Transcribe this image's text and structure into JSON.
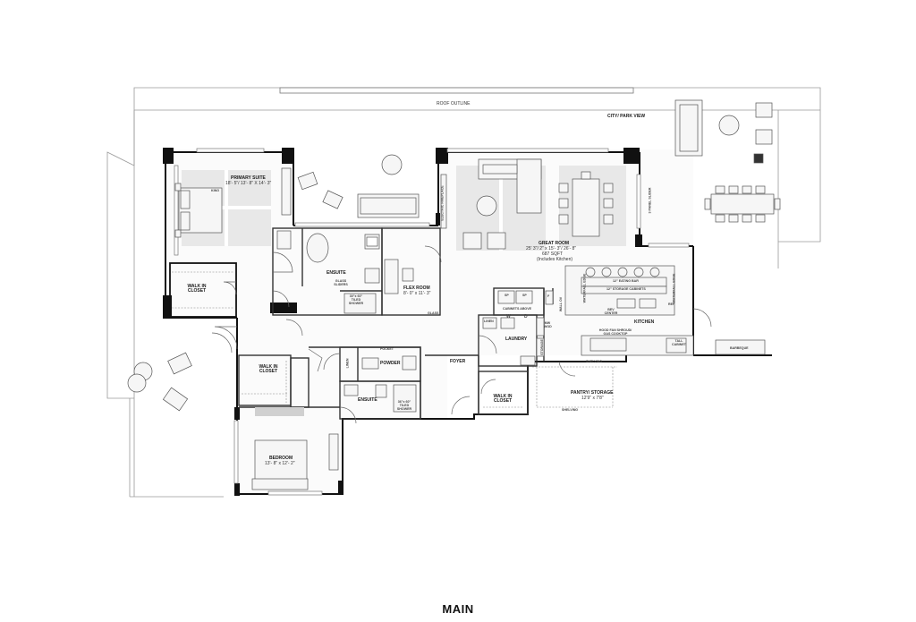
{
  "page_title": "MAIN",
  "site": {
    "roof_outline": "ROOF OUTLINE",
    "view": "CITY/ PARK VIEW"
  },
  "rooms": {
    "primary_suite": {
      "name": "PRIMARY SUITE",
      "dims": "18'- 5\"/ 13'- 8\" X 14'- 3\""
    },
    "walk_in_closet_1": {
      "name": "WALK IN CLOSET"
    },
    "ensuite_1": {
      "name": "ENSUITE"
    },
    "flex_room": {
      "name": "FLEX ROOM",
      "dims": "8'- 0\" x 11'- 3\""
    },
    "great_room": {
      "name": "GREAT ROOM",
      "dims": "25' 3\"/ 2\" x 15'- 3\"/ 26'- 8\"",
      "area": "687 SQFT",
      "note": "(Includes Kitchen)"
    },
    "kitchen": {
      "name": "KITCHEN"
    },
    "laundry": {
      "name": "LAUNDRY"
    },
    "powder": {
      "name": "POWDER"
    },
    "foyer": {
      "name": "FOYER"
    },
    "walk_in_closet_2": {
      "name": "WALK IN CLOSET"
    },
    "walk_in_closet_3": {
      "name": "WALK IN CLOSET"
    },
    "ensuite_2": {
      "name": "ENSUITE"
    },
    "pantry": {
      "name": "PANTRY/ STORAGE",
      "dims": "12'9\" x 7'8\""
    },
    "bedroom": {
      "name": "BEDROOM",
      "dims": "13'- 8\" x 12'- 2\""
    }
  },
  "annotations": {
    "glass_sliders": "GLASS SLIDERS",
    "tiled_shower_1": "30\"x 60\" TILED SHOWER",
    "tiled_shower_2": "36\"x 60\" TILED SHOWER",
    "electric_fireplace": "ELECTRIC FIREPLACE",
    "panel_slider": "3 PANEL SLIDER",
    "eating_bar": "12\" EATING BAR",
    "storage_cabinets": "12\" STORAGE CABINETS",
    "waterfall_edge_1": "WATERFALL EDGE",
    "waterfall_edge_2": "WATERFALL EDGE",
    "bev_center": "BEV CENTER",
    "hood_fan": "HOOD FAN SHROUD/ GAS COOKTOP",
    "tall_cabinet": "TALL CABINET",
    "barbeque": "BARBEQUE",
    "shelving_1": "SHELVING",
    "shelving_2": "SHELVING",
    "cabinets_above": "CABINETS ABOVE",
    "linen_1": "LINEN",
    "linen_2": "LINEN",
    "pocket": "POCKET",
    "mw": "MW WOD",
    "wall_oven": "WALL OV",
    "glass": "GLASS",
    "king": "KING",
    "ref": "REF",
    "sp1": "SP",
    "sp2": "SP",
    "washer": "W",
    "dryer": "D",
    "fridge": "F",
    "storage_int": "STORAGE"
  },
  "colors": {
    "wall": "#111111",
    "line": "#555555",
    "furniture_fill": "#f4f4f4",
    "rug": "#e6e6e6",
    "floor": "#fafafa"
  }
}
